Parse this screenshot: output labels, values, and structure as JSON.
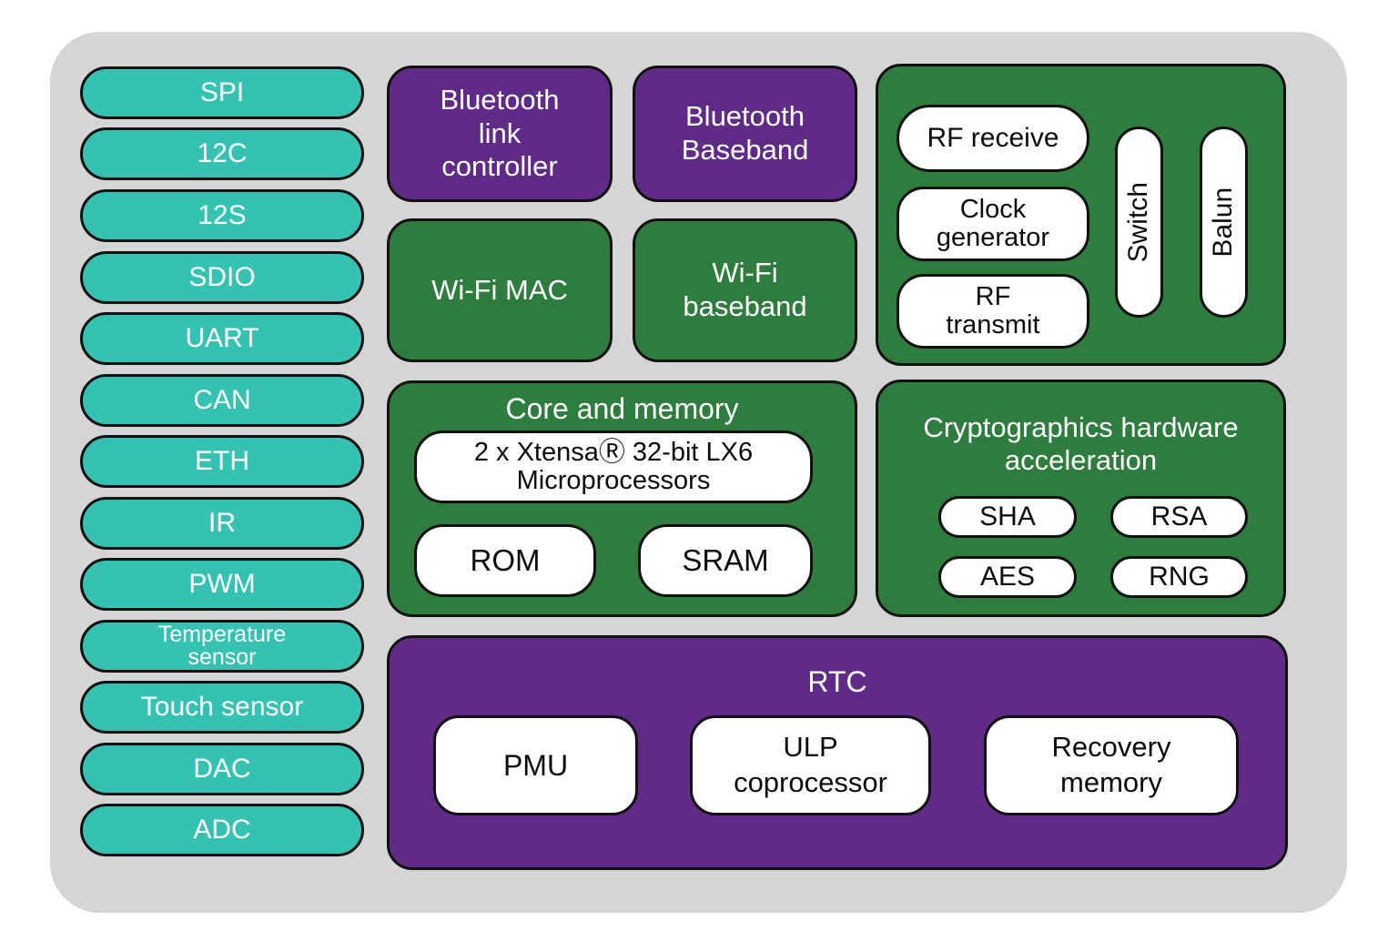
{
  "colors": {
    "teal": "#35C2B2",
    "purple": "#5F2B87",
    "green": "#2E7D3E",
    "panel": "#D5D5D5",
    "pill": "#FFFFFF",
    "border": "#111111"
  },
  "peripherals": [
    "SPI",
    "12C",
    "12S",
    "SDIO",
    "UART",
    "CAN",
    "ETH",
    "IR",
    "PWM",
    "Temperature\nsensor",
    "Touch sensor",
    "DAC",
    "ADC"
  ],
  "radio": {
    "bt_link_controller": "Bluetooth\nlink\ncontroller",
    "bt_baseband": "Bluetooth\nBaseband",
    "wifi_mac": "Wi-Fi MAC",
    "wifi_baseband": "Wi-Fi\nbaseband"
  },
  "rf": {
    "receive": "RF receive",
    "clock_generator": "Clock\ngenerator",
    "transmit": "RF\ntransmit",
    "switch": "Switch",
    "balun": "Balun"
  },
  "core_memory": {
    "title": "Core and memory",
    "processors": "2 x XtensaⓇ 32-bit LX6\nMicroprocessors",
    "rom": "ROM",
    "sram": "SRAM"
  },
  "crypto": {
    "title": "Cryptographics hardware\nacceleration",
    "sha": "SHA",
    "rsa": "RSA",
    "aes": "AES",
    "rng": "RNG"
  },
  "rtc": {
    "title": "RTC",
    "pmu": "PMU",
    "ulp": "ULP\ncoprocessor",
    "recovery_memory": "Recovery\nmemory"
  }
}
